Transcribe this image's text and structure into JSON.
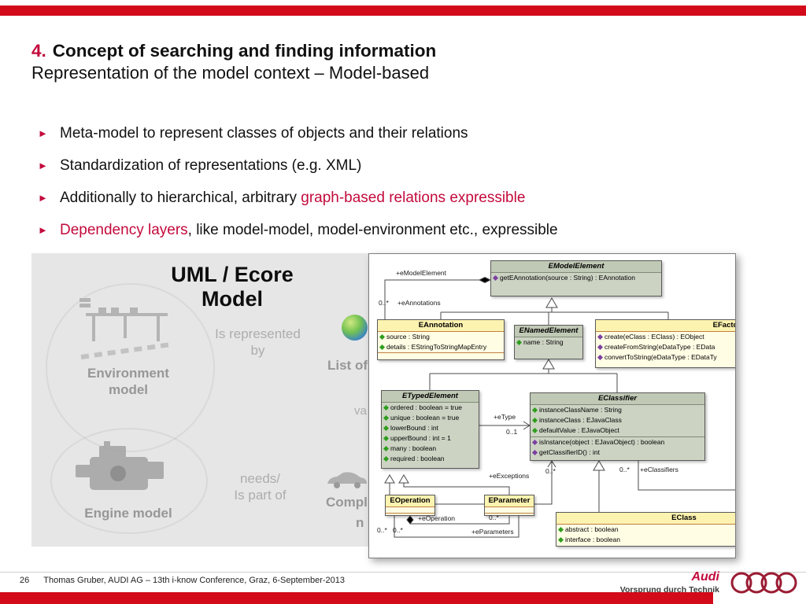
{
  "colors": {
    "bar_red": "#d20a1a",
    "accent_red": "#c30a3c",
    "ring_red": "#9b1c33",
    "uml_green": "#ccd3c3",
    "uml_yellow": "#fffde4"
  },
  "header": {
    "number": "4.",
    "title": "Concept of searching and finding information",
    "subtitle": "Representation of the model context – Model-based"
  },
  "bullets": {
    "marker": "►",
    "item1": {
      "text": "Meta-model to represent classes of objects and their relations"
    },
    "item2": {
      "text": "Standardization of representations (e.g. XML)"
    },
    "item3": {
      "pre": "Additionally to hierarchical, arbitrary ",
      "accent": "graph-based relations expressible"
    },
    "item4": {
      "accent": "Dependency layers",
      "post": ", like model-model, model-environment etc., expressible"
    }
  },
  "figure": {
    "caption": {
      "line1": "UML / Ecore",
      "line2": "Model"
    },
    "ghost": {
      "environment": {
        "line1": "Environment",
        "line2": "model"
      },
      "represented": {
        "line1": "Is represented",
        "line2": "by"
      },
      "list_of": "List of",
      "va": "va",
      "engine": "Engine model",
      "needs": "needs/",
      "part_of": "Is part of",
      "compl": "Compl",
      "n": "n"
    }
  },
  "diagram": {
    "emodelelement": {
      "title": "EModelElement",
      "op1": "getEAnnotation(source : String) : EAnnotation"
    },
    "eannotation": {
      "title": "EAnnotation",
      "attr1": "source : String",
      "attr2": "details : EStringToStringMapEntry"
    },
    "enamedelement": {
      "title": "ENamedElement",
      "attr1": "name : String"
    },
    "efactory": {
      "title": "EFactory",
      "op1": "create(eClass : EClass) : EObject",
      "op2": "createFromString(eDataType : EData",
      "op3": "convertToString(eDataType : EDataTy"
    },
    "etypedelement": {
      "title": "ETypedElement",
      "attr1": "ordered : boolean = true",
      "attr2": "unique : boolean = true",
      "attr3": "lowerBound : int",
      "attr4": "upperBound : int = 1",
      "attr5": "many : boolean",
      "attr6": "required : boolean"
    },
    "eclassifier": {
      "title": "EClassifier",
      "attr1": "instanceClassName : String",
      "attr2": "instanceClass : EJavaClass",
      "attr3": "defaultValue : EJavaObject",
      "op1": "isInstance(object : EJavaObject) : boolean",
      "op2": "getClassifierID() : int"
    },
    "eoperation": {
      "title": "EOperation"
    },
    "eparameter": {
      "title": "EParameter"
    },
    "eclass": {
      "title": "EClass",
      "attr1": "abstract : boolean",
      "attr2": "interface : boolean"
    },
    "labels": {
      "emodel_ref": "+eModelElement",
      "eannotations_mult": "0..*",
      "eannotations_ref": "+eAnnotations",
      "etype_ref": "+eType",
      "etype_mult": "0..1",
      "eexceptions_ref": "+eExceptions",
      "eexceptions_mult": "0..*",
      "eclassifiers_mult": "0..*",
      "eclassifiers_ref": "+eClassifiers",
      "eoperation_ref": "+eOperation",
      "eoperation_mult": "0..*",
      "eparameters_ref": "+eParameters",
      "mult_a": "0..*",
      "mult_b": "0..*"
    }
  },
  "footer": {
    "page": "26",
    "text": "Thomas Gruber, AUDI AG – 13th i-know Conference, Graz, 6-September-2013"
  },
  "brand": {
    "name": "Audi",
    "tagline": "Vorsprung durch Technik"
  }
}
